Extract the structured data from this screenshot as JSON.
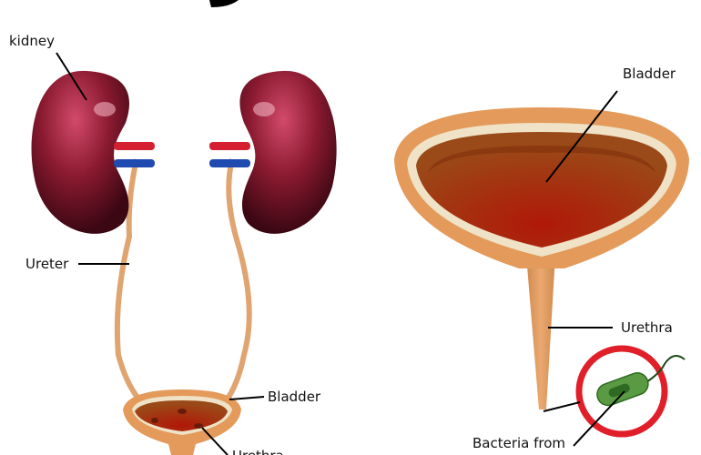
{
  "labels": {
    "kidney": "kidney",
    "ureter": "Ureter",
    "bladder_small": "Bladder",
    "urethra_small": "Urethra",
    "bladder_large": "Bladder",
    "urethra_large": "Urethra",
    "bacteria": "Bacteria from"
  },
  "colors": {
    "kidney": "#7a1428",
    "ureter": "#e0a470",
    "bladder_outer": "#e39a5a",
    "bladder_inner": "#a3400f",
    "bacteria_ring": "#e01f2a",
    "bacteria": "#6aa84f"
  }
}
